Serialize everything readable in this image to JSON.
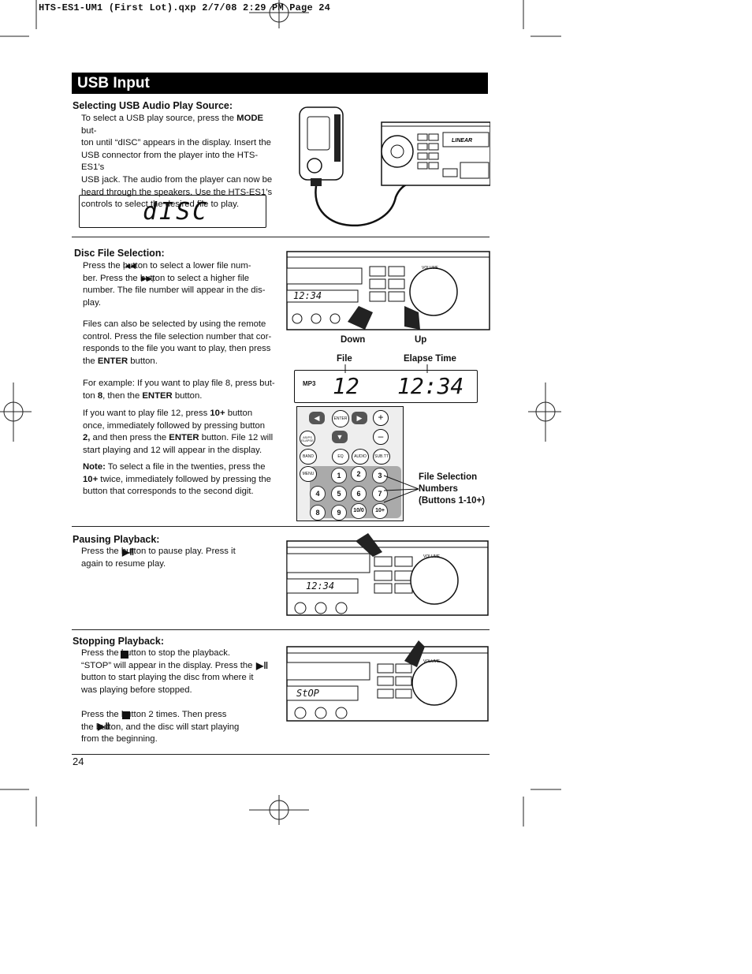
{
  "header": {
    "text": "HTS-ES1-UM1 (First Lot).qxp  2/7/08  2:29 PM  Page 24"
  },
  "section_title": "USB Input",
  "selecting": {
    "heading": "Selecting USB Audio Play Source:",
    "lines": [
      "To select a USB play source, press the MODE but-",
      "ton until “dISC” appears in the display. Insert the",
      "USB connector from the player into the HTS-ES1’s",
      "USB jack. The audio from the player can now be",
      "heard through the speakers. Use the HTS-ES1’s",
      "controls to select the desired file to play."
    ],
    "display_text": "dISC"
  },
  "disc_file": {
    "heading": "Disc File Selection:",
    "p1": [
      "Press the        button to select a lower file num-",
      "ber. Press the        button to select a higher file",
      "number. The file number will appear in the dis-",
      "play."
    ],
    "p2": [
      "Files can also be selected by using the remote",
      "control. Press the file selection number that cor-",
      "responds to the file you want to play, then press",
      "the ENTER button."
    ],
    "p3": [
      "For example: If you want to play file 8, press but-",
      "ton 8, then the ENTER button."
    ],
    "p4": [
      "If you want to play file 12, press 10+ button",
      "once, immediately followed by pressing button",
      "2, and then press the ENTER button. File 12 will",
      "start playing and 12 will appear in the display."
    ],
    "p5": [
      "Note: To select a file in the twenties, press the",
      "10+ twice, immediately followed by pressing the",
      "button that corresponds to the second digit."
    ],
    "label_down": "Down",
    "label_up": "Up",
    "label_file": "File",
    "label_elapse": "Elapse Time",
    "lcd_mode": "MP3",
    "lcd_file": "12",
    "lcd_time": "12:34",
    "unit_display": "12:34",
    "file_sel_label": [
      "File Selection",
      "Numbers",
      "(Buttons 1-10+)"
    ],
    "remote": {
      "enter": "ENTER",
      "asps": "AS/PS",
      "elapse": "ELAPSE",
      "band": "BAND",
      "eq": "EQ",
      "audio": "AUDIO",
      "subtt": "SUB.TT",
      "menu": "MENU",
      "digits": [
        "1",
        "2",
        "3",
        "4",
        "5",
        "6",
        "7",
        "8",
        "9",
        "10/0",
        "10+"
      ]
    }
  },
  "pausing": {
    "heading": "Pausing Playback:",
    "lines": [
      "Press the        button to pause play. Press it",
      "again to resume play."
    ],
    "unit_display": "12:34"
  },
  "stopping": {
    "heading": "Stopping Playback:",
    "lines1": [
      "Press the      button to stop the playback.",
      "“STOP” will appear in the display. Press the",
      "button to start playing the disc from where it",
      "was playing before stopped."
    ],
    "lines2": [
      "Press the      button 2 times. Then press",
      "the        button, and the disc will start playing",
      "from the beginning."
    ],
    "unit_display": "StOP"
  },
  "page_number": "24",
  "unit_labels": {
    "volume": "VOLUME",
    "brand": "LINEAR"
  }
}
